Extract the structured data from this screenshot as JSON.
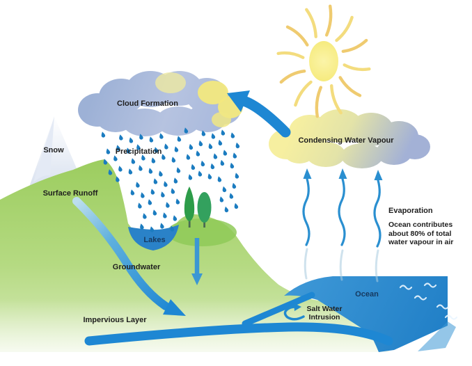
{
  "labels": {
    "snow": "Snow",
    "cloud_formation": "Cloud Formation",
    "precipitation": "Precipitation",
    "surface_runoff": "Surface Runoff",
    "lakes": "Lakes",
    "groundwater": "Groundwater",
    "impervious_layer": "Impervious Layer",
    "condensing_water_vapour": "Condensing Water Vapour",
    "evaporation_title": "Evaporation",
    "evaporation_note": "Ocean contributes about 80% of total water vapour in air",
    "ocean": "Ocean",
    "salt_water_intrusion": "Salt Water Intrusion"
  },
  "graphics": {
    "sun": "sun-icon",
    "rain_cloud": "rain-cloud",
    "vapour_cloud": "vapour-cloud",
    "raindrops": "raindrop-icons",
    "mountain": "snow-capped-mountain",
    "lake": "lake-water",
    "trees": "evergreen-trees",
    "ocean": "ocean-water",
    "arrows": [
      "cloud-transfer-arrow",
      "runoff-groundwater-arrow",
      "infiltration-arrow",
      "evaporation-arrows",
      "impervious-flow-arrow",
      "salt-water-curl-arrow"
    ]
  },
  "colors": {
    "water_blue": "#1e87d3",
    "ocean_blue": "#2f8fd0",
    "lake_blue": "#2a82c8",
    "land_green": "#a6d46c",
    "tree_green": "#2f9e4d",
    "cloud_blue_gray": "#aebcdc",
    "cloud_yellow": "#f2e87e",
    "sun_yellow": "#f7ee8a",
    "snow_white": "#e9eef7",
    "text_dark": "#1e1e1e"
  }
}
